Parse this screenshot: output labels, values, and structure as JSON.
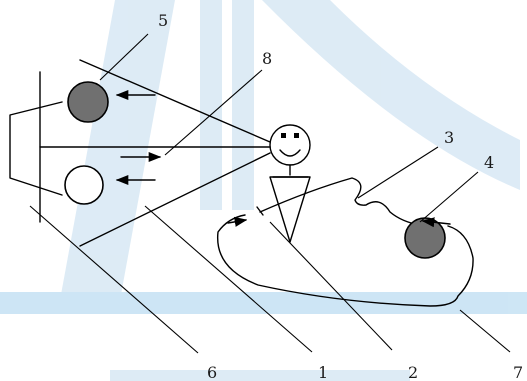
{
  "colors": {
    "line": "#000000",
    "ball_filled": "#707070",
    "ball_empty": "#ffffff",
    "watermark": "#cfe3f2"
  },
  "callouts": {
    "1": "1",
    "2": "2",
    "3": "3",
    "4": "4",
    "5": "5",
    "6": "6",
    "7": "7",
    "8": "8"
  }
}
